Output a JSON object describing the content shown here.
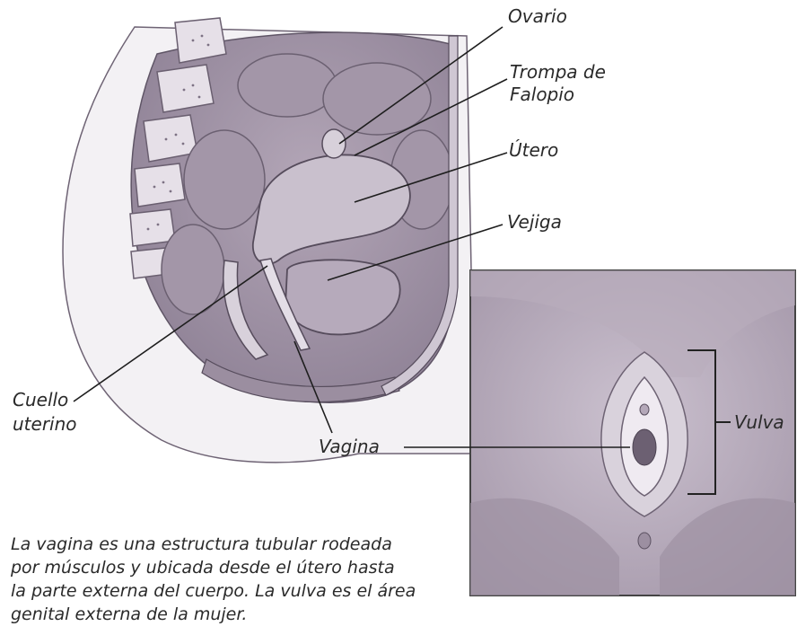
{
  "labels": {
    "ovario": "Ovario",
    "trompa_line1": "Trompa de",
    "trompa_line2": "Falopio",
    "utero": "Útero",
    "vejiga": "Vejiga",
    "cuello_line1": "Cuello",
    "cuello_line2": "uterino",
    "vagina": "Vagina",
    "vulva": "Vulva"
  },
  "caption": {
    "line1": "La vagina es una estructura tubular rodeada",
    "line2": "por músculos y ubicada desde el útero hasta",
    "line3": "la parte externa del cuerpo. La vulva es el área",
    "line4": "genital externa de la mujer."
  },
  "colors": {
    "ink": "#2a2a2a",
    "tissue_dark": "#8c7f92",
    "tissue_mid": "#a99cae",
    "tissue_light": "#c8bfcc",
    "tissue_pale": "#ddd6e0",
    "skin": "#e9e4ec"
  }
}
